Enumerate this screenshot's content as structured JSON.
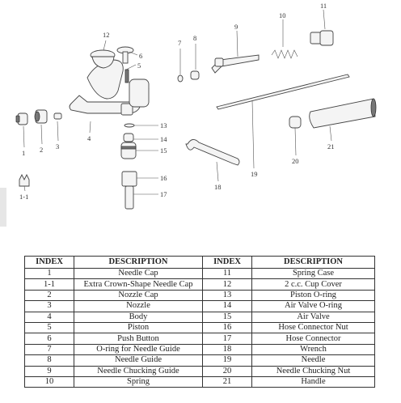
{
  "diagram": {
    "labels": [
      {
        "id": "l1",
        "text": "1"
      },
      {
        "id": "l1-1",
        "text": "1-1"
      },
      {
        "id": "l2",
        "text": "2"
      },
      {
        "id": "l3",
        "text": "3"
      },
      {
        "id": "l4",
        "text": "4"
      },
      {
        "id": "l5",
        "text": "5"
      },
      {
        "id": "l6",
        "text": "6"
      },
      {
        "id": "l7",
        "text": "7"
      },
      {
        "id": "l8",
        "text": "8"
      },
      {
        "id": "l9",
        "text": "9"
      },
      {
        "id": "l10",
        "text": "10"
      },
      {
        "id": "l11",
        "text": "11"
      },
      {
        "id": "l12",
        "text": "12"
      },
      {
        "id": "l13",
        "text": "13"
      },
      {
        "id": "l14",
        "text": "14"
      },
      {
        "id": "l15",
        "text": "15"
      },
      {
        "id": "l16",
        "text": "16"
      },
      {
        "id": "l17",
        "text": "17"
      },
      {
        "id": "l18",
        "text": "18"
      },
      {
        "id": "l19",
        "text": "19"
      },
      {
        "id": "l20",
        "text": "20"
      },
      {
        "id": "l21",
        "text": "21"
      }
    ]
  },
  "table": {
    "headers": [
      "INDEX",
      "DESCRIPTION",
      "INDEX",
      "DESCRIPTION"
    ],
    "rows": [
      [
        "1",
        "Needle Cap",
        "11",
        "Spring Case"
      ],
      [
        "1-1",
        "Extra Crown-Shape Needle Cap",
        "12",
        "2 c.c. Cup Cover"
      ],
      [
        "2",
        "Nozzle Cap",
        "13",
        "Piston O-ring"
      ],
      [
        "3",
        "Nozzle",
        "14",
        "Air Valve O-ring"
      ],
      [
        "4",
        "Body",
        "15",
        "Air Valve"
      ],
      [
        "5",
        "Piston",
        "16",
        "Hose Connector Nut"
      ],
      [
        "6",
        "Push Button",
        "17",
        "Hose Connector"
      ],
      [
        "7",
        "O-ring for Needle Guide",
        "18",
        "Wrench"
      ],
      [
        "8",
        "Needle Guide",
        "19",
        "Needle"
      ],
      [
        "9",
        "Needle Chucking Guide",
        "20",
        "Needle Chucking Nut"
      ],
      [
        "10",
        "Spring",
        "21",
        "Handle"
      ]
    ]
  }
}
